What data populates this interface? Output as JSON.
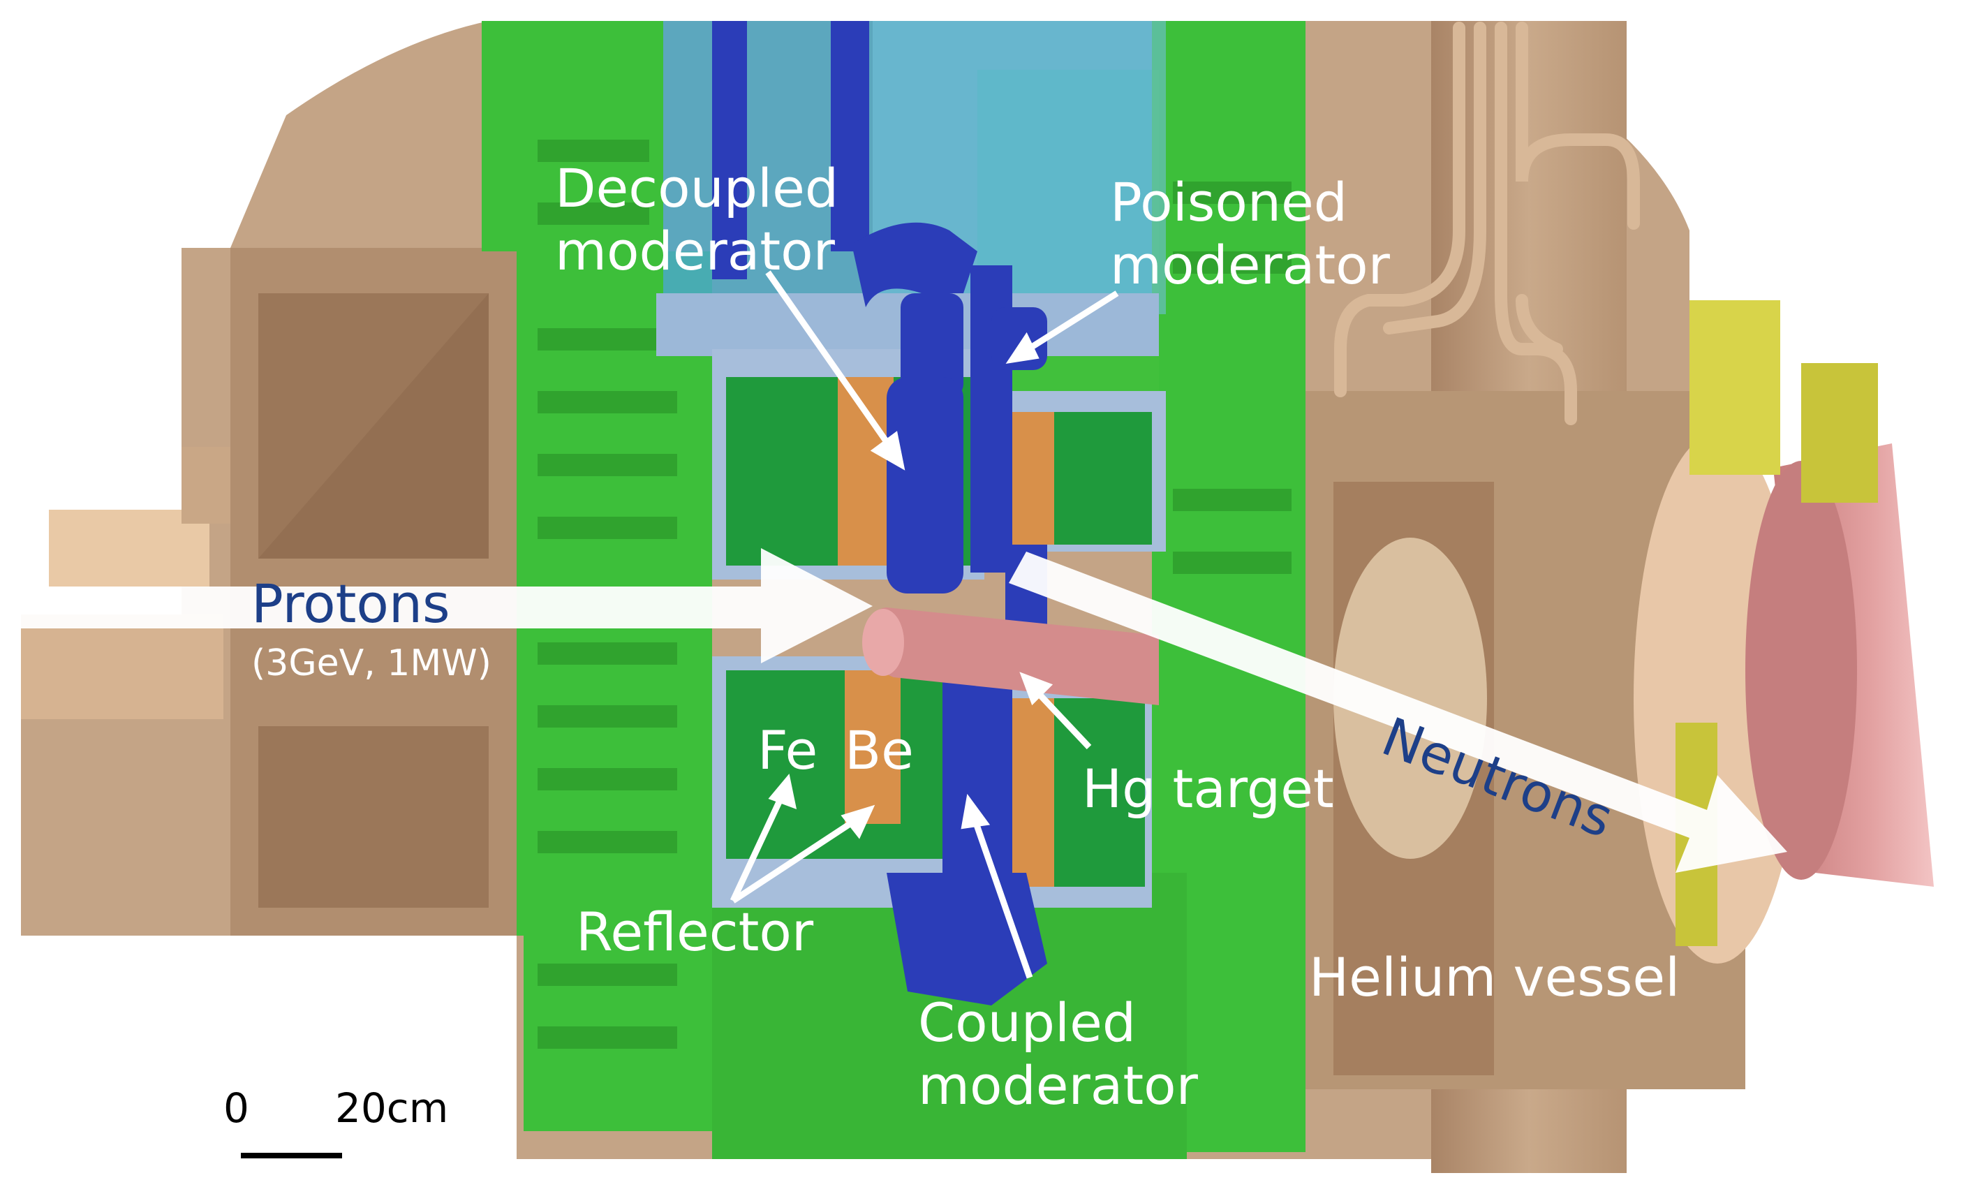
{
  "labels": {
    "decoupled_moderator": "Decoupled moderator",
    "poisoned_moderator": "Poisoned moderator",
    "protons": "Protons",
    "protons_spec": "(3GeV, 1MW)",
    "neutrons": "Neutrons",
    "fe": "Fe",
    "be": "Be",
    "hg_target": "Hg target",
    "reflector": "Reflector",
    "coupled_moderator": "Coupled moderator",
    "helium_vessel": "Helium vessel"
  },
  "scale_bar": {
    "start": "0",
    "end": "20cm"
  },
  "colors": {
    "helium_vessel": "#c4a486",
    "reflector_green": "#3dbf3a",
    "iron_green": "#1f9a3c",
    "beryllium": "#d8904a",
    "moderator_blue": "#2b3db8",
    "target_pink": "#d48c8c",
    "window_yellow": "#c8c43a",
    "label_white": "#ffffff",
    "label_blue": "#1d3f88"
  }
}
